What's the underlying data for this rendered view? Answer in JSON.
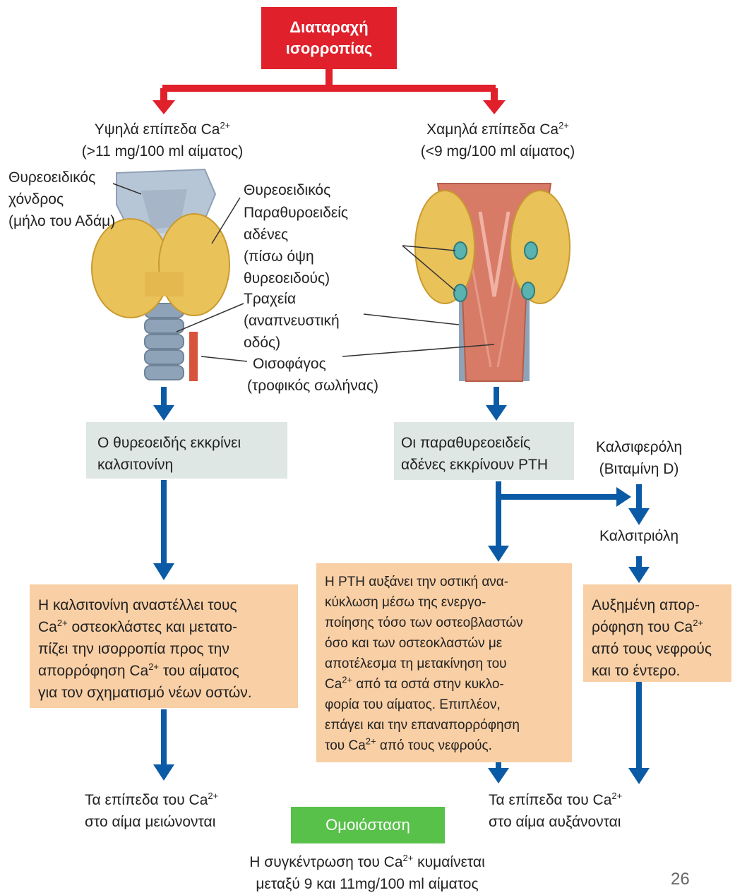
{
  "title_box": {
    "line1": "Διαταραχή",
    "line2": "ισορροπίας"
  },
  "left_branch": {
    "heading_line1": "Υψηλά επίπεδα Ca",
    "heading_sup": "2+",
    "heading_line2": "(>11 mg/100 ml αίματος)",
    "step1_line1": "Ο θυρεοειδής εκκρίνει",
    "step1_line2": "καλσιτονίνη",
    "step2_lines": [
      {
        "text": "Η καλσιτονίνη αναστέλλει τους"
      },
      {
        "pre": "Ca",
        "sup": "2+",
        "post": " οστεοκλάστες και μετατο-"
      },
      {
        "text": "πίζει την ισορροπία προς την"
      },
      {
        "pre": "απορρόφηση Ca",
        "sup": "2+",
        "post": " του αίματος"
      },
      {
        "text": "για τον σχηματισμό νέων οστών."
      }
    ],
    "result_line1_pre": "Τα επίπεδα του Ca",
    "result_sup": "2+",
    "result_line2": "στο αίμα μειώνονται"
  },
  "right_branch": {
    "heading_line1": "Χαμηλά επίπεδα Ca",
    "heading_sup": "2+",
    "heading_line2": "(<9 mg/100 ml αίματος)",
    "step1_line1": "Οι παραθυρεοειδείς",
    "step1_line2": "αδένες εκκρίνουν PTH",
    "step2_lines": [
      {
        "text": "Η PTH αυξάνει την οστική ανα-"
      },
      {
        "text": "κύκλωση μέσω της ενεργο-"
      },
      {
        "text": "ποίησης τόσο των οστεοβλαστών"
      },
      {
        "text": "όσο και των οστεοκλαστών με"
      },
      {
        "text": "αποτέλεσμα τη μετακίνηση του"
      },
      {
        "pre": "Ca",
        "sup": "2+",
        "post": "  από τα οστά στην κυκλο-"
      },
      {
        "text": "φορία του αίματος. Επιπλέον,"
      },
      {
        "text": "επάγει και την επαναπορρόφηση"
      },
      {
        "pre": "του Ca",
        "sup": "2+",
        "post": " από τους νεφρούς."
      }
    ],
    "result_line1_pre": "Τα επίπεδα του Ca",
    "result_sup": "2+",
    "result_line2": "στο αίμα αυξάνονται"
  },
  "vitamin_path": {
    "calciferol_line1": "Καλσιφερόλη",
    "calciferol_line2": "(Βιταμίνη D)",
    "calcitriol": "Καλσιτριόλη",
    "absorption_line1": "Αυξημένη απορ-",
    "absorption_line2_pre": "ρόφηση του Ca",
    "absorption_sup": "2+",
    "absorption_line3": "από τους νεφρούς",
    "absorption_line4": "και το έντερο."
  },
  "anatomy_labels": {
    "thyroid_cartilage": [
      "Θυρεοειδικός",
      "χόνδρος",
      "(μήλο του Αδάμ)"
    ],
    "thyroid": "Θυρεοειδικός",
    "parathyroid": [
      "Παραθυροειδείς",
      "αδένες",
      "(πίσω όψη",
      "θυρεοειδούς)"
    ],
    "trachea": [
      "Τραχεία",
      "(αναπνευστική",
      "οδός)"
    ],
    "esophagus": [
      "Οισοφάγος",
      "(τροφικός σωλήνας)"
    ]
  },
  "homeostasis": {
    "label": "Ομοιόσταση",
    "note_line1_pre": "Η συγκέντρωση του Ca",
    "note_sup": "2+",
    "note_line1_post": " κυμαίνεται",
    "note_line2": "μεταξύ 9 και 11mg/100 ml αίματος"
  },
  "page_number": "26",
  "colors": {
    "red": "#e0202a",
    "blue": "#0b5aa6",
    "grey_box": "#dfe7e4",
    "peach_box": "#f9cfa5",
    "green_box": "#58c14a"
  }
}
